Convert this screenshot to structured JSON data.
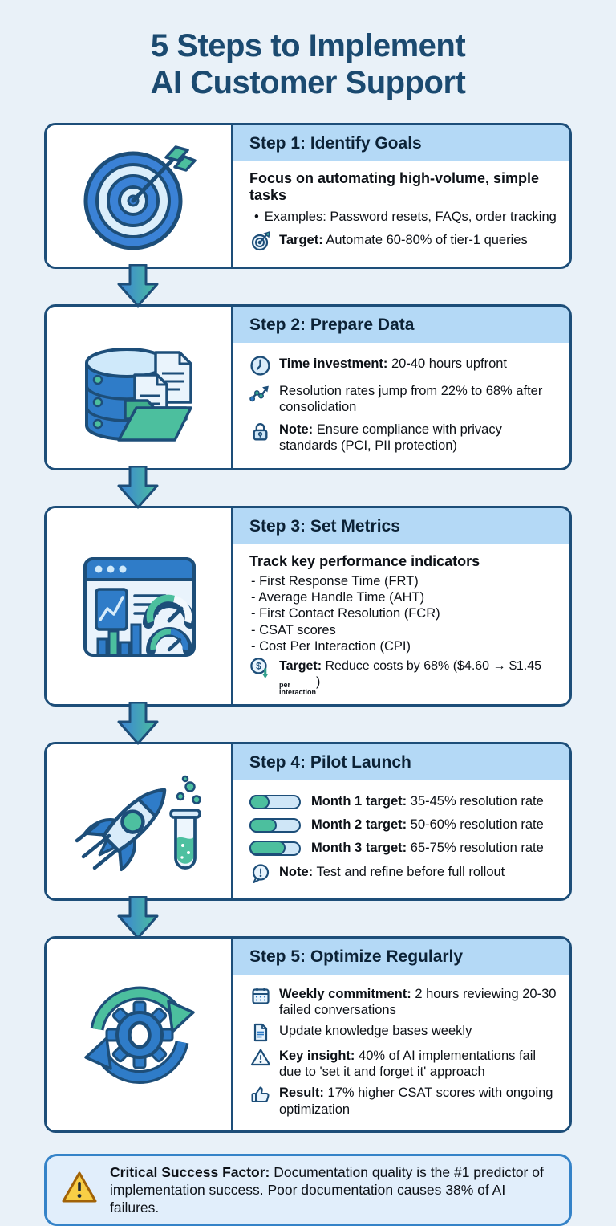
{
  "title": {
    "line1": "5 Steps to Implement",
    "line2": "AI Customer Support"
  },
  "steps": [
    {
      "header": "Step 1: Identify Goals",
      "main_icon": "target-bullseye",
      "lead": "Focus on automating high-volume, simple tasks",
      "bullet": "Examples: Password resets, FAQs, order tracking",
      "target": {
        "icon": "target-small",
        "label": "Target:",
        "text": "Automate 60-80% of tier-1 queries"
      }
    },
    {
      "header": "Step 2: Prepare Data",
      "main_icon": "database-documents-folder",
      "items": [
        {
          "icon": "clock",
          "label": "Time investment:",
          "text": "20-40 hours upfront"
        },
        {
          "icon": "trend-up",
          "label": "",
          "text": "Resolution rates jump from 22% to 68% after consolidation"
        },
        {
          "icon": "lock",
          "label": "Note:",
          "text": "Ensure compliance with privacy standards (PCI, PII protection)"
        }
      ]
    },
    {
      "header": "Step 3: Set Metrics",
      "main_icon": "dashboard-gauges",
      "lead": "Track key performance indicators",
      "kpis": [
        "- First Response Time (FRT)",
        "- Average Handle Time (AHT)",
        "- First Contact Resolution (FCR)",
        "- CSAT scores",
        "- Cost Per Interaction (CPI)"
      ],
      "target": {
        "icon": "dollar-down",
        "label": "Target:",
        "text": "Reduce costs by 68% ($4.60 → $1.45",
        "small_top": "per",
        "small_bottom": "interaction",
        "suffix": ")"
      }
    },
    {
      "header": "Step 4: Pilot Launch",
      "main_icon": "rocket-testtube",
      "milestones": [
        {
          "icon": "progress-pill",
          "progress": 42,
          "label": "Month 1 target:",
          "text": "35-45% resolution rate"
        },
        {
          "icon": "progress-pill",
          "progress": 58,
          "label": "Month 2 target:",
          "text": "50-60% resolution rate"
        },
        {
          "icon": "progress-pill",
          "progress": 75,
          "label": "Month 3 target:",
          "text": "65-75% resolution rate"
        }
      ],
      "note": {
        "icon": "speech-bubble-exclamation",
        "label": "Note:",
        "text": "Test and refine before full rollout"
      }
    },
    {
      "header": "Step 5: Optimize Regularly",
      "main_icon": "cycle-arrows-gear",
      "items": [
        {
          "icon": "calendar",
          "label": "Weekly commitment:",
          "text": "2 hours reviewing 20-30 failed conversations"
        },
        {
          "icon": "document",
          "label": "",
          "text": "Update knowledge bases weekly"
        },
        {
          "icon": "warning-triangle-outline",
          "label": "Key insight:",
          "text": "40% of AI implementations fail due to 'set it and forget it' approach"
        },
        {
          "icon": "thumbs-up",
          "label": "Result:",
          "text": "17% higher CSAT scores with ongoing optimization"
        }
      ]
    }
  ],
  "footer": {
    "icon": "warning-triangle-yellow",
    "label": "Critical Success Factor:",
    "text": "Documentation quality is the #1 predictor of implementation success. Poor documentation causes 38% of AI failures."
  },
  "colors": {
    "background": "#e9f1f8",
    "title": "#1b4a70",
    "card_border": "#1d4e79",
    "header_band": "#b4d9f6",
    "blue": "#2f7cc8",
    "green": "#4cbf9e",
    "light_fill": "#d9ecfa",
    "warning_yellow": "#f8ce46"
  }
}
